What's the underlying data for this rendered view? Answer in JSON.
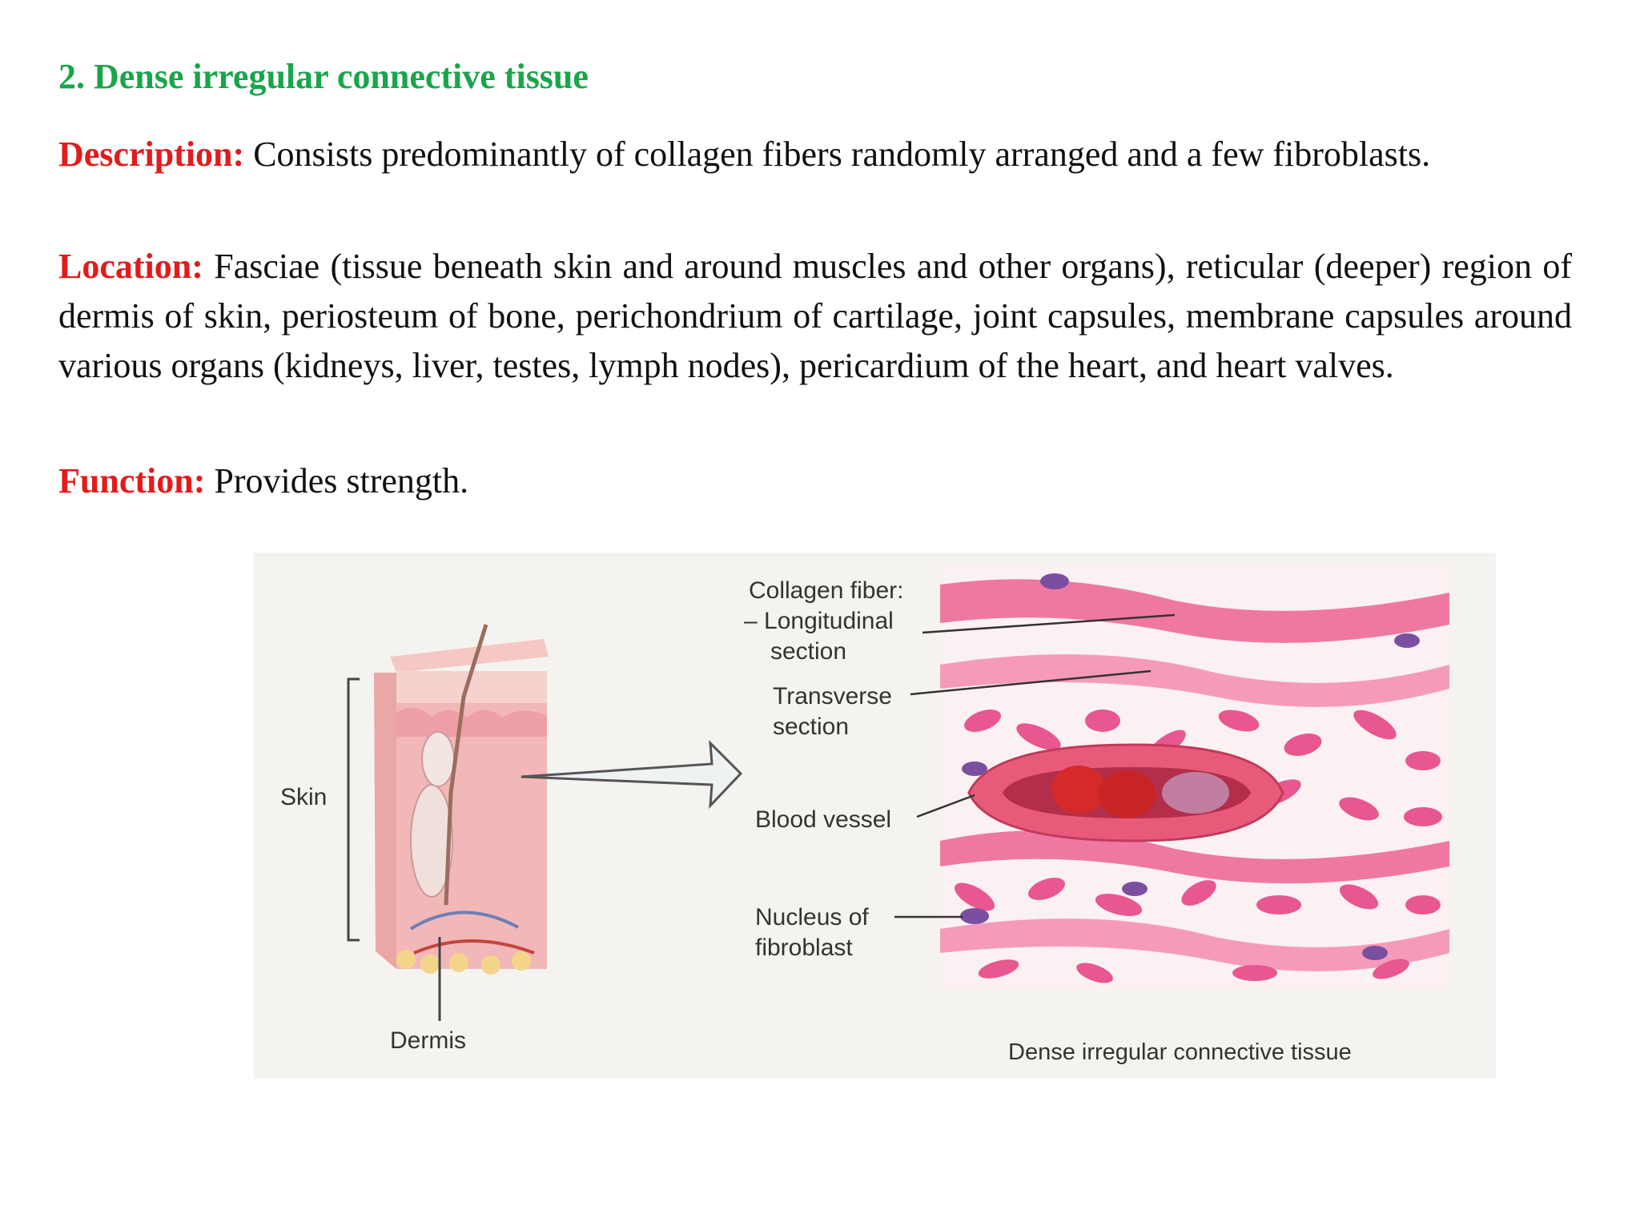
{
  "heading": "2. Dense irregular connective tissue",
  "description": {
    "label": "Description:",
    "text": "Consists predominantly of collagen fibers randomly arranged and a few fibroblasts."
  },
  "location": {
    "label": "Location:",
    "text": "Fasciae (tissue beneath skin and around muscles and other organs), reticular (deeper) region of dermis of skin, periosteum of bone, perichondrium of cartilage, joint capsules, membrane capsules around various organs (kidneys, liver, testes, lymph nodes), pericardium of the heart, and heart valves."
  },
  "function": {
    "label": "Function:",
    "text": "Provides strength."
  },
  "figure": {
    "skin_label": "Skin",
    "dermis_label": "Dermis",
    "collagen_label": "Collagen fiber:",
    "longitudinal_label": "– Longitudinal",
    "longitudinal_label2": "section",
    "transverse_label": "Transverse",
    "transverse_label2": "section",
    "blood_vessel_label": "Blood vessel",
    "nucleus_label": "Nucleus of",
    "nucleus_label2": "fibroblast",
    "caption": "Dense irregular connective tissue"
  },
  "colors": {
    "heading": "#1aa54a",
    "label": "#e21b1b",
    "tissue_pink": "#e8578f",
    "blood_cell": "#d62a2a"
  }
}
